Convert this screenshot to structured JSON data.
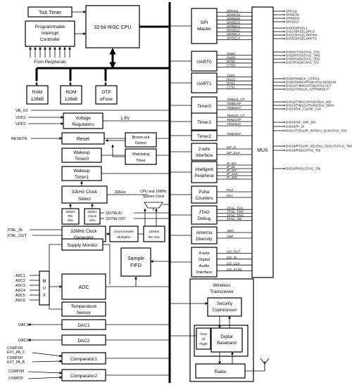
{
  "blocks": {
    "tick_timer": "Tick Timer",
    "pic": [
      "Programmable",
      "Interrupt",
      "Controller"
    ],
    "from_peripherals": "From Peripherals",
    "cpu": "32-bit RISC CPU",
    "ram": [
      "RAM",
      "128kB"
    ],
    "rom": [
      "ROM",
      "128kB"
    ],
    "otp": [
      "OTP",
      "eFuse"
    ],
    "voltage_regulators": [
      "Voltage",
      "Regulators"
    ],
    "v16": "1.6V",
    "reset": "Reset",
    "brownout": [
      "Brown-out",
      "Detect"
    ],
    "wakeup0": [
      "Wakeup",
      "Timer0"
    ],
    "watchdog": [
      "Watchdog",
      "Timer"
    ],
    "wakeup1": [
      "Wakeup",
      "Timer1"
    ],
    "clk32k": [
      "32kHz Clock",
      "Select"
    ],
    "khz_label": "32kHz",
    "cpu_clock": [
      "CPU and 16MHz",
      "System Clock"
    ],
    "rc32k": [
      "32kHz",
      "RC",
      "Osc"
    ],
    "clkgen32k": [
      "32kHz",
      "Clock",
      "Gen"
    ],
    "xtal32k": [
      "32XTALIN",
      "32XTALOUT"
    ],
    "clk32m": [
      "32MHz Clock",
      "Generator"
    ],
    "clkdiv": [
      "Clock Divider",
      "Multiplier"
    ],
    "rc24m": [
      "24MHz",
      "RC Osc"
    ],
    "sample_fifo": [
      "Sample",
      "FIFO"
    ],
    "supply_monitor": "Supply Monitor",
    "adc": "ADC",
    "mux_small": [
      "M",
      "U",
      "X"
    ],
    "temp": [
      "Temperature",
      "Sensor"
    ],
    "dac1": "DAC1",
    "dac2": "DAC2",
    "comp1": "Comparator1",
    "comp2": "Comparator2",
    "spi": [
      "SPI",
      "Master"
    ],
    "uart0": "UART0",
    "uart1": "UART1",
    "timer0": "Timer0",
    "timer1": "Timer1",
    "timer2": "Timer2",
    "twowire": [
      "2-wire",
      "Interface"
    ],
    "intperiph": [
      "Intelligent",
      "Peripheral"
    ],
    "pulse": [
      "Pulse",
      "Counters"
    ],
    "jtag": [
      "JTAG",
      "Debug"
    ],
    "antenna": [
      "Antenna",
      "Diversity"
    ],
    "audio": [
      "4-wire",
      "Digital",
      "Audio",
      "Interface"
    ],
    "mux": "MUX",
    "wireless": [
      "Wireless",
      "Transceiver"
    ],
    "security": [
      "Security",
      "Coprocessor"
    ],
    "timeofflight": [
      "Time",
      "Of",
      "Flight"
    ],
    "baseband": [
      "Digital",
      "Baseband"
    ],
    "radio": "Radio"
  },
  "left_pins": {
    "vb_xx": "VB_XX",
    "vdd1": "VDD1",
    "vdd2": "VDD2",
    "resetn": "RESETN",
    "xtal_in": "XTAL_IN",
    "xtal_out": "XTAL_OUT",
    "adc": [
      "ADC1",
      "ADC2",
      "ADC3",
      "ADC4",
      "ADC5",
      "ADC6"
    ],
    "dac1": "DAC1",
    "dac2": "DAC2",
    "comp1m": [
      "COMP1M",
      "EXT_PA_C"
    ],
    "comp1p": [
      "COMP1P/",
      "EXT_PA_B"
    ],
    "comp2m": "COMP2M",
    "comp2p": "COMP2P"
  },
  "internal_signals": {
    "spi": [
      "SPICLK",
      "SPIMOSI",
      "SPIMISO",
      "SPISEL0",
      "SPISEL1",
      "SPISEL2",
      "SPISEL3",
      "SPISEL4"
    ],
    "uart0": [
      "TXD0",
      "RXD0",
      "RTS0",
      "CTS0"
    ],
    "uart1": [
      "TXD1",
      "RXD1",
      "RTS1",
      "CTS1"
    ],
    "timer0": [
      "TIM0CK_GT",
      "TIM0CAP",
      "TIM0OUT"
    ],
    "timer1": [
      "TIM1CK_GT",
      "TIM1CAP",
      "TIM1OUT"
    ],
    "timer2": [
      "TIM2OUT"
    ],
    "twowire": [
      "SIF_D",
      "SIF_CLK"
    ],
    "intperiph": [
      "IP_DO",
      "IP_DI",
      "IP_INT",
      "IP_CLK",
      "IP_SEL"
    ],
    "pulse": [
      "PC0",
      "PC1"
    ],
    "jtag": [
      "JTAG_TCK",
      "JTAG_TMS",
      "JTAG_TDO",
      "JTAG_TDI"
    ],
    "antenna": [
      "ADO",
      "ADE"
    ],
    "audio": [
      "I2S_OUT",
      "I2S_IN",
      "I2S_CLK",
      "I2S_SYNC"
    ]
  },
  "right_pins": [
    "SPICLK",
    "SPIMOSI",
    "SPIMISO",
    "SPISEL0",
    "DIO0/SPISEL1",
    "DIO1/SPISEL2/PC0",
    "DIO2/SPISEL3/RFRX",
    "DIO3/SPISEL4/RFTX",
    "DIO4/CTS0/JTAG_TCK",
    "DIO5/RTS0/JTAG_TMS",
    "DIO6/TXD0/JTAG_TDO",
    "DIO7/RXD0/JTAG_TDI",
    "DIO8/TIM0CK_GT/PC1",
    "DIO9/TIM0CAP/32KXTALIN/32KIN",
    "DIO10/TIM0OUT/32KXTALOUT",
    "DIO11/TIM1CK_GT/TIM0OUT",
    "DIO12/TIM1CAP/ADO/DAI_WS",
    "DIO13/TIM1OUT/ADE/DAI_SDIN",
    "DIO14/SIF_CLK/IP_CLK",
    "DIO15/SIF_D/IP_DO",
    "DIO16/IP_DI",
    "DIO17/TXD1/IP_INT/DAI_SCK/JTAG_TCK",
    "DIO18/RTS1/IP_SEL/DAI_SDOUT/JTAG_TMS",
    "DIO19/RXD1/JTAG_TDI",
    "DIO20/RXD1/JTAG_TDI"
  ]
}
